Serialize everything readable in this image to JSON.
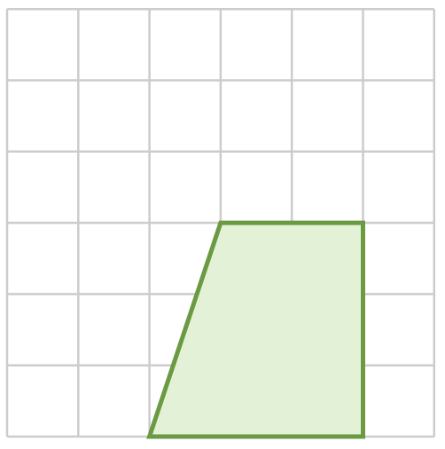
{
  "grid": {
    "columns": 6,
    "rows": 6,
    "line_color": "#cccccc"
  },
  "shape": {
    "vertices": [
      [
        2,
        0
      ],
      [
        3,
        3
      ],
      [
        5,
        3
      ],
      [
        5,
        0
      ]
    ],
    "fill_color": "#e3f2d6",
    "stroke_color": "#6a9a44"
  }
}
